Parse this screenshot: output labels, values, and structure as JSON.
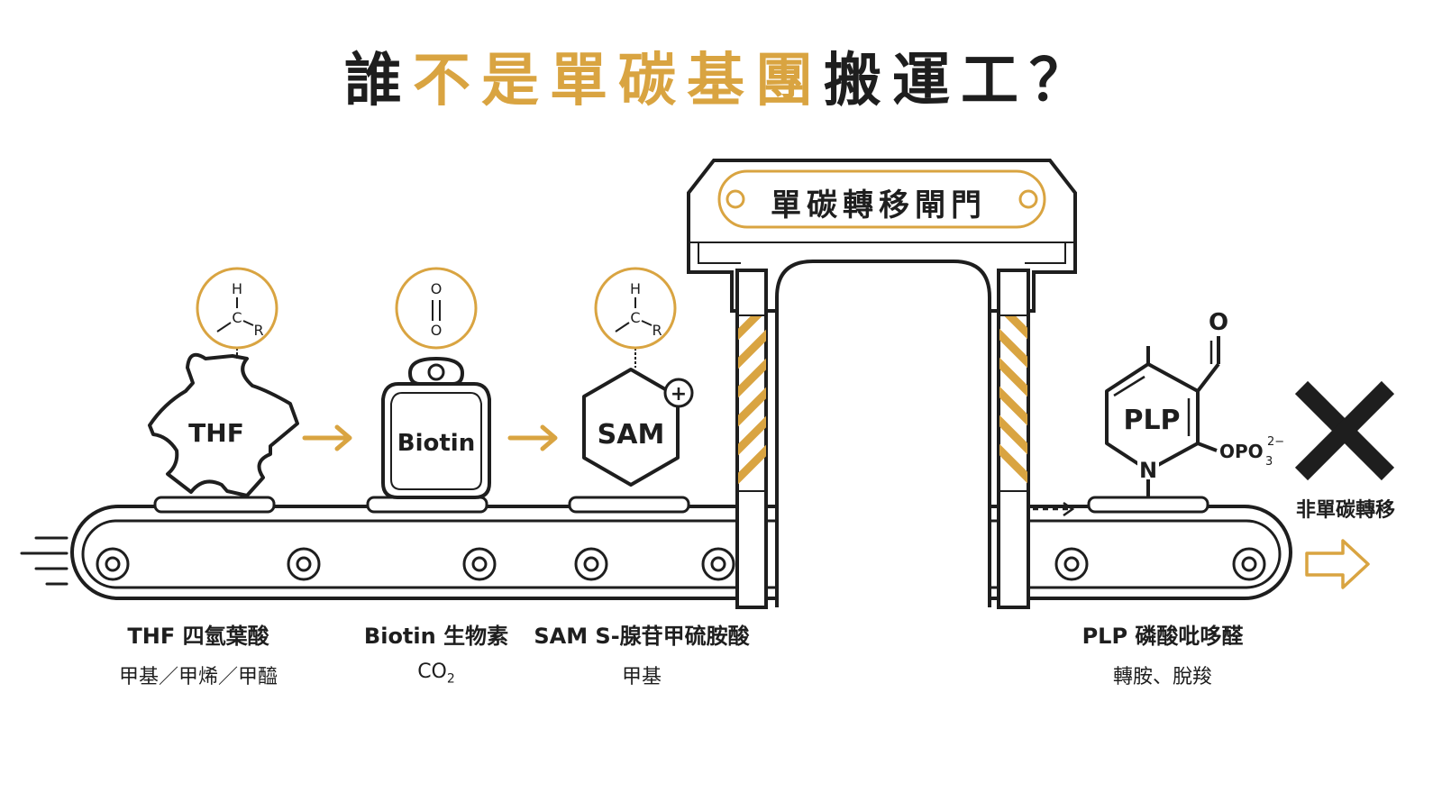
{
  "title": {
    "before": "誰",
    "highlight": "不是單碳基團",
    "after": "搬運工？"
  },
  "gate": {
    "label": "單碳轉移閘門"
  },
  "carriers": [
    {
      "id": "thf",
      "badge": "THF",
      "name": "THF 四氫葉酸",
      "role": "甲基／甲烯／甲醯"
    },
    {
      "id": "biotin",
      "badge": "Biotin",
      "name": "Biotin 生物素",
      "role_main": "CO",
      "role_sub": "2"
    },
    {
      "id": "sam",
      "badge": "SAM",
      "name": "SAM S-腺苷甲硫胺酸",
      "role": "甲基",
      "charge": "+"
    },
    {
      "id": "plp",
      "badge": "PLP",
      "name": "PLP 磷酸吡哆醛",
      "role": "轉胺、脫羧"
    }
  ],
  "chem": {
    "h": "H",
    "c": "C",
    "r": "R",
    "o": "O",
    "n": "N",
    "opo": "OPO",
    "opo_sub": "3",
    "opo_sup": "2−"
  },
  "non_transfer_label": "非單碳轉移",
  "colors": {
    "accent": "#d9a441",
    "ink": "#1e1e1e",
    "background": "#ffffff"
  },
  "icons": [
    "puzzle-icon",
    "weight-icon",
    "hexagon-icon",
    "pyridine-ring-icon",
    "cross-icon",
    "outline-arrow-icon"
  ]
}
